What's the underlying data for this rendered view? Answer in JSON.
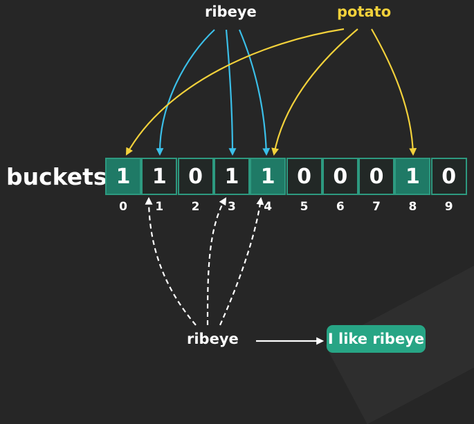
{
  "labels": {
    "top_left_key": "ribeye",
    "top_right_key": "potato",
    "array_name": "buckets",
    "query_key": "ribeye",
    "query_result": "I like ribeye"
  },
  "buckets": [
    {
      "index": "0",
      "value": "1",
      "set": true
    },
    {
      "index": "1",
      "value": "1",
      "set": false
    },
    {
      "index": "2",
      "value": "0",
      "set": false
    },
    {
      "index": "3",
      "value": "1",
      "set": false
    },
    {
      "index": "4",
      "value": "1",
      "set": true
    },
    {
      "index": "5",
      "value": "0",
      "set": false
    },
    {
      "index": "6",
      "value": "0",
      "set": false
    },
    {
      "index": "7",
      "value": "0",
      "set": false
    },
    {
      "index": "8",
      "value": "1",
      "set": true
    },
    {
      "index": "9",
      "value": "0",
      "set": false
    }
  ],
  "hashes": {
    "ribeye": [
      1,
      3,
      4
    ],
    "potato": [
      0,
      4,
      8
    ]
  },
  "colors": {
    "ribeye_arrow": "#3bbfe8",
    "potato_arrow": "#f2d13b",
    "query_arrow": "#ffffff",
    "bucket_border": "#2d9a80",
    "bucket_set_fill": "#1f7a66",
    "result_fill": "#27a585"
  }
}
